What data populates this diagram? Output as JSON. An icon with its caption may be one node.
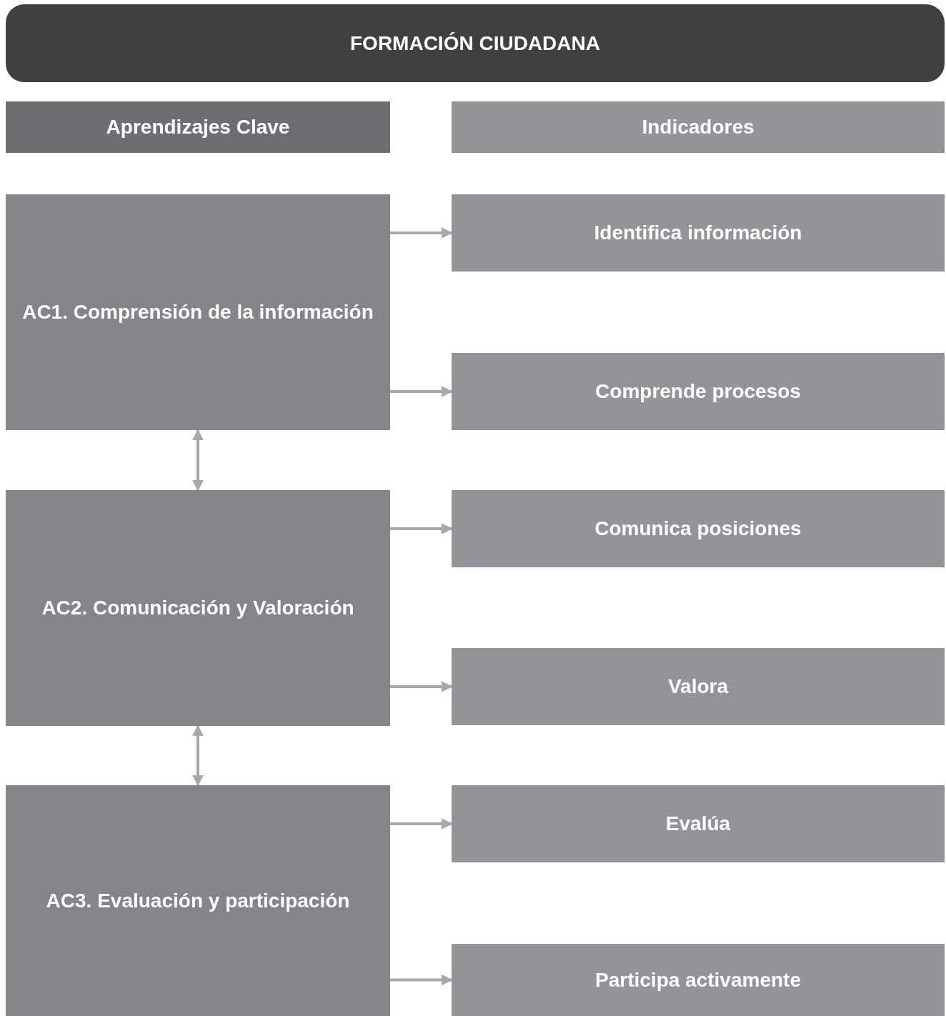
{
  "diagram": {
    "title": "FORMACIÓN CIUDADANA",
    "nodes": [
      {
        "text": [
          "Aprendizajes Clave"
        ]
      },
      {
        "text": [
          "Indicadores"
        ]
      },
      {
        "text": [
          "AC1. Comprensión de la información"
        ]
      },
      {
        "text": [
          "Identifica información"
        ]
      },
      {
        "text": [
          "Comprende procesos"
        ]
      },
      {
        "text": [
          "AC2. Comunicación y Valoración"
        ]
      },
      {
        "text": [
          "Comunica posiciones"
        ]
      },
      {
        "text": [
          "Valora"
        ]
      },
      {
        "text": [
          "AC3. Evaluación y participación"
        ]
      },
      {
        "text": [
          "Evalúa"
        ]
      },
      {
        "text": [
          "Participa activamente"
        ]
      }
    ],
    "edges": [
      {
        "from": 2,
        "to": 3,
        "arrow": "to"
      },
      {
        "from": 2,
        "to": 4,
        "arrow": "to"
      },
      {
        "from": 2,
        "to": 5,
        "arrow": "both"
      },
      {
        "from": 5,
        "to": 6,
        "arrow": "to"
      },
      {
        "from": 5,
        "to": 7,
        "arrow": "to"
      },
      {
        "from": 5,
        "to": 8,
        "arrow": "both"
      },
      {
        "from": 8,
        "to": 9,
        "arrow": "to"
      },
      {
        "from": 8,
        "to": 10,
        "arrow": "to"
      }
    ]
  }
}
